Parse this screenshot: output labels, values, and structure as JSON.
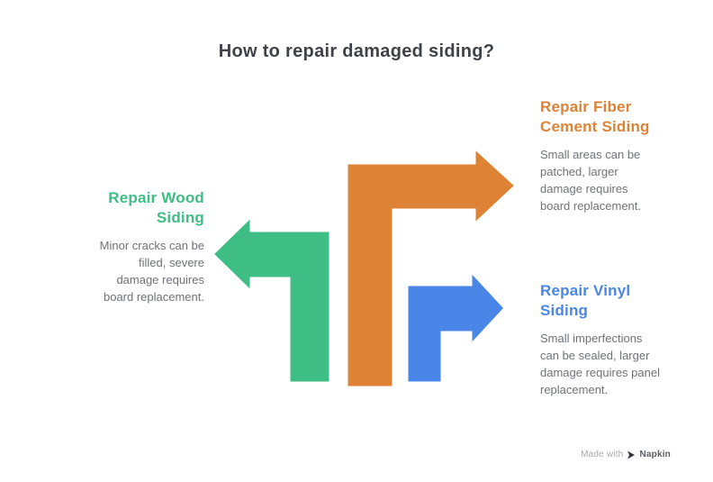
{
  "title": "How to repair damaged siding?",
  "sections": {
    "wood": {
      "heading": "Repair Wood Siding",
      "body": "Minor cracks can be filled, severe damage requires board replacement.",
      "color": "#3EBE84"
    },
    "fiber": {
      "heading": "Repair Fiber Cement Siding",
      "body": "Small areas can be patched, larger damage requires board replacement.",
      "color": "#DE8336"
    },
    "vinyl": {
      "heading": "Repair Vinyl Siding",
      "body": "Small imperfections can be sealed, larger damage requires panel replacement.",
      "color": "#4A86E8"
    }
  },
  "footer": {
    "made_with": "Made with",
    "brand": "Napkin"
  }
}
